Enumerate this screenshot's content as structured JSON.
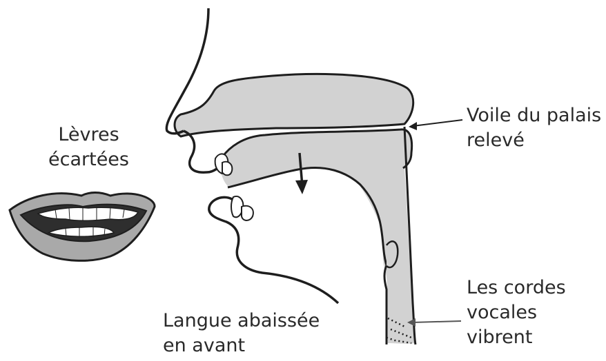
{
  "labels": {
    "levres": [
      "Lèvres",
      "écartées"
    ],
    "voile": [
      "Voile du palais",
      "relevé"
    ],
    "langue": [
      "Langue abaissée",
      "en avant"
    ],
    "cordes": [
      "Les cordes",
      "vocales",
      "vibrent"
    ]
  },
  "colors": {
    "stroke": "#1e1e1e",
    "tract_fill": "#d2d2d2",
    "lips_fill": "#a9a9a9",
    "mouth_dark": "#2e2e2e",
    "teeth": "#ffffff",
    "text": "#2a2a2a",
    "arrow": "#555555"
  }
}
